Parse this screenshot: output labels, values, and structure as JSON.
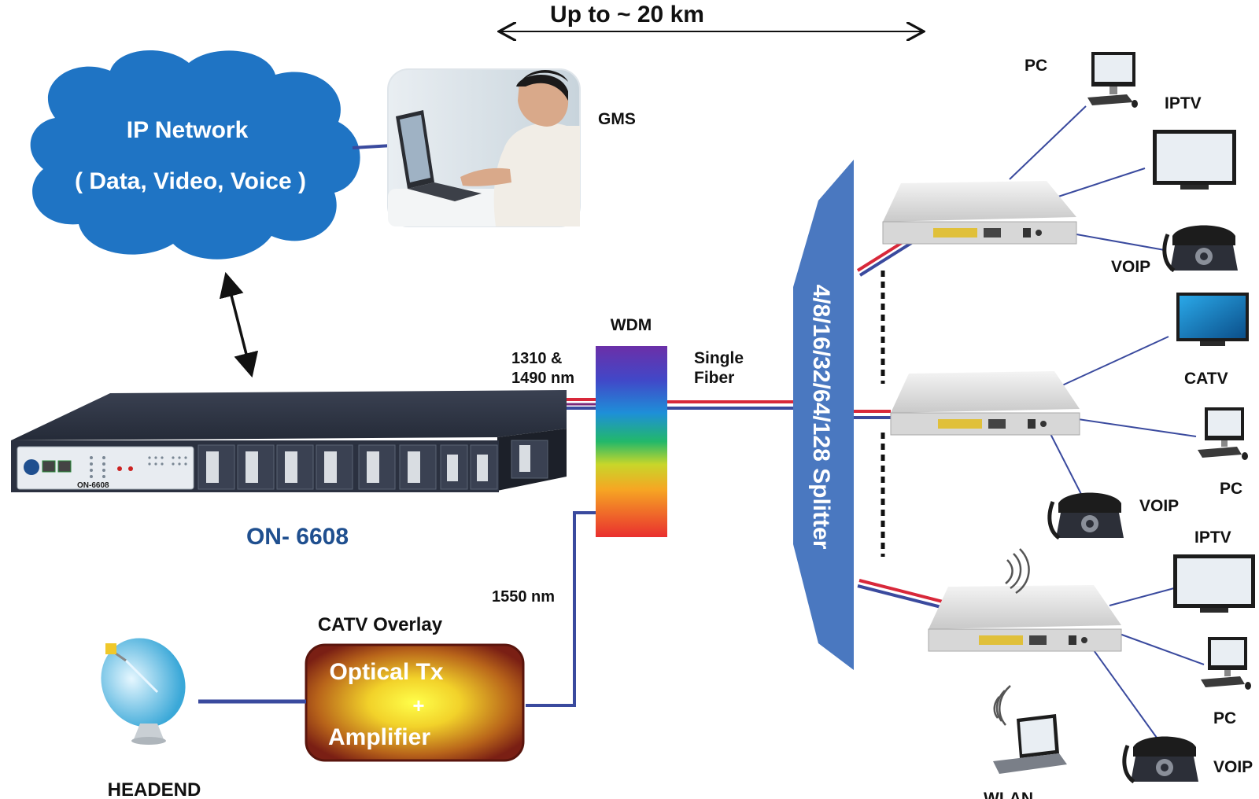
{
  "distance": {
    "label": "Up to ~ 20 km"
  },
  "cloud": {
    "line1": "IP Network",
    "line2": "( Data, Video, Voice )"
  },
  "gms": {
    "label": "GMS"
  },
  "olt": {
    "model_label": "ON- 6608",
    "front_label": "ON-6608"
  },
  "wdm": {
    "label": "WDM",
    "input_wavelength_line1": "1310 &",
    "input_wavelength_line2": "1490 nm",
    "output_line1": "Single",
    "output_line2": "Fiber",
    "catv_wavelength": "1550 nm"
  },
  "catv": {
    "overlay_label": "CATV Overlay",
    "box_line1": "Optical Tx",
    "box_line2": "+",
    "box_line3": "Amplifier"
  },
  "headend": {
    "label": "HEADEND"
  },
  "splitter": {
    "label": "4/8/16/32/64/128  Splitter"
  },
  "onu1": {
    "pc": "PC",
    "iptv": "IPTV",
    "voip": "VOIP"
  },
  "onu2": {
    "catv": "CATV",
    "pc": "PC",
    "voip": "VOIP"
  },
  "onu3": {
    "iptv": "IPTV",
    "pc": "PC",
    "voip": "VOIP",
    "wlan": "WLAN"
  },
  "colors": {
    "cloud": "#1f74c4",
    "link": "#3a4a9e",
    "fiber_red": "#d8283a",
    "splitter": "#4a78c0",
    "olt_body": "#2b3140",
    "catv_box": "#7a1f14",
    "model_text": "#1f4f8f"
  }
}
